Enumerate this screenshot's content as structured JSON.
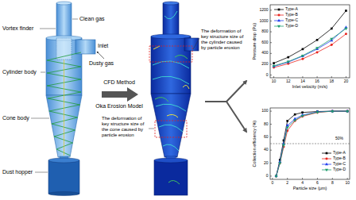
{
  "diagram": {
    "labels": [
      "Clean gas",
      "Vortex finder",
      "Inlet",
      "Cylinder body",
      "Dusty gas",
      "Cone body",
      "Dust hopper",
      "CFD Method",
      "Oka Erosion Model",
      "The deformation of key structure size of the cylinder caused by particle erosion",
      "The deformation of key structure size of the cone caused by particle erosion",
      "Pressure drop (Pa)",
      "Inlet velocity (m/s)",
      "0",
      "200",
      "400",
      "600",
      "800",
      "1000",
      "1200",
      "10",
      "12",
      "14",
      "16",
      "18",
      "20",
      "Collection efficiency (%)",
      "Particle size (μm)",
      "0",
      "20",
      "40",
      "60",
      "80",
      "100",
      "0",
      "2",
      "4",
      "6",
      "8",
      "10",
      "50%"
    ],
    "legend": [
      {
        "text": "Type-A"
      },
      {
        "text": "Type-B"
      },
      {
        "text": "Type-C"
      },
      {
        "text": "Type-D"
      },
      {
        "text": "Type-A"
      },
      {
        "text": "Type-B"
      },
      {
        "text": "Type-C"
      },
      {
        "text": "Type-D"
      }
    ]
  }
}
